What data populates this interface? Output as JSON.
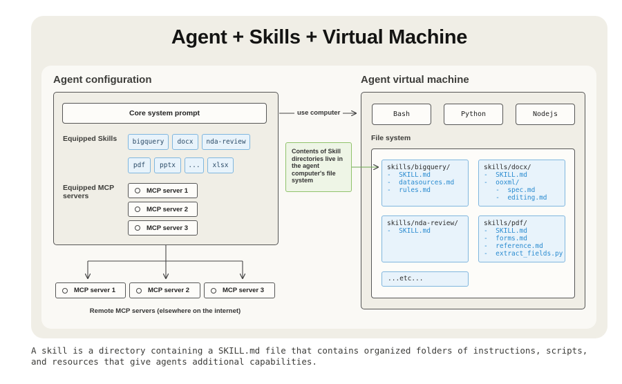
{
  "title": "Agent + Skills + Virtual Machine",
  "left": {
    "title": "Agent configuration",
    "core_prompt": "Core system prompt",
    "skills_label": "Equipped Skills",
    "skills": [
      "bigquery",
      "docx",
      "nda-review",
      "pdf",
      "pptx",
      "...",
      "xlsx"
    ],
    "mcp_label": "Equipped MCP servers",
    "mcp_servers": [
      "MCP server 1",
      "MCP server 2",
      "MCP server 3"
    ]
  },
  "use_computer": "use computer",
  "contents_note": "Contents of Skill directories live in the agent computer's file system",
  "remote": {
    "servers": [
      "MCP server 1",
      "MCP server 2",
      "MCP server 3"
    ],
    "label": "Remote MCP servers (elsewhere on the internet)"
  },
  "right": {
    "title": "Agent virtual machine",
    "runtimes": [
      "Bash",
      "Python",
      "Nodejs"
    ],
    "fs_label": "File system",
    "dirs": [
      {
        "name": "skills/bigquery/",
        "files": [
          "-  SKILL.md",
          "-  datasources.md",
          "-  rules.md"
        ]
      },
      {
        "name": "skills/docx/",
        "files": [
          "-  SKILL.md",
          "-  ooxml/",
          "   -  spec.md",
          "   -  editing.md"
        ]
      },
      {
        "name": "skills/nda-review/",
        "files": [
          "-  SKILL.md"
        ]
      },
      {
        "name": "skills/pdf/",
        "files": [
          "-  SKILL.md",
          "-  forms.md",
          "-  reference.md",
          "-  extract_fields.py"
        ]
      }
    ],
    "etc": "...etc..."
  },
  "caption": "A skill is a directory containing a SKILL.md file that contains organized folders of instructions, scripts, and resources that give agents additional capabilities.",
  "colors": {
    "outer_bg": "#f0eee6",
    "inner_bg": "#faf9f5",
    "skill_fill": "#e8f3fb",
    "skill_border": "#7fb6de",
    "file_text": "#2a8bd0",
    "note_fill": "#eef5e6",
    "note_border": "#8fc26a"
  }
}
